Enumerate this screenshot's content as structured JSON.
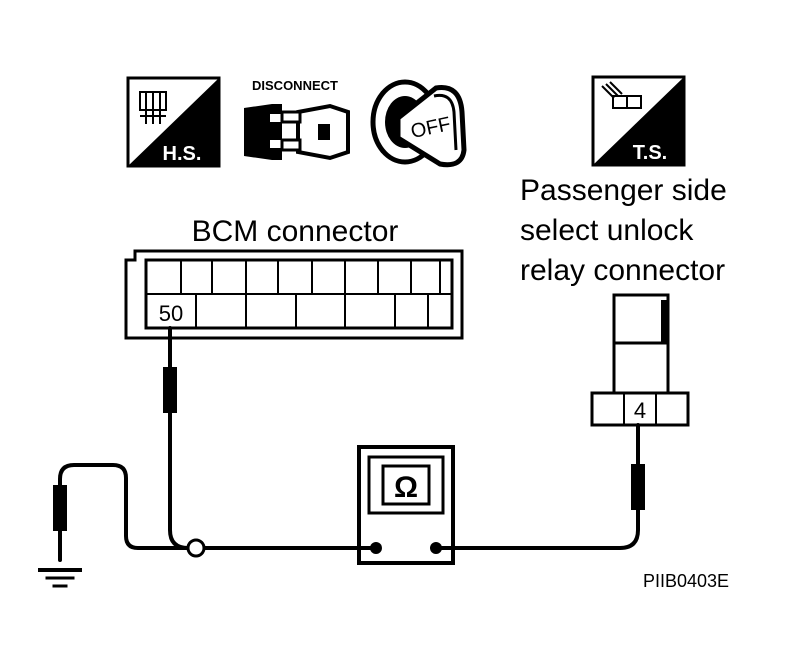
{
  "icons": {
    "hs_label": "H.S.",
    "disconnect_label": "DISCONNECT",
    "off_label": "OFF",
    "ts_label": "T.S."
  },
  "bcm": {
    "title": "BCM connector",
    "terminal": "50"
  },
  "relay": {
    "title_line1": "Passenger side",
    "title_line2": "select unlock",
    "title_line3": "relay connector",
    "terminal": "4"
  },
  "meter": {
    "symbol": "Ω"
  },
  "figure_code": "PIIB0403E",
  "colors": {
    "ink": "#000000",
    "paper": "#ffffff"
  }
}
